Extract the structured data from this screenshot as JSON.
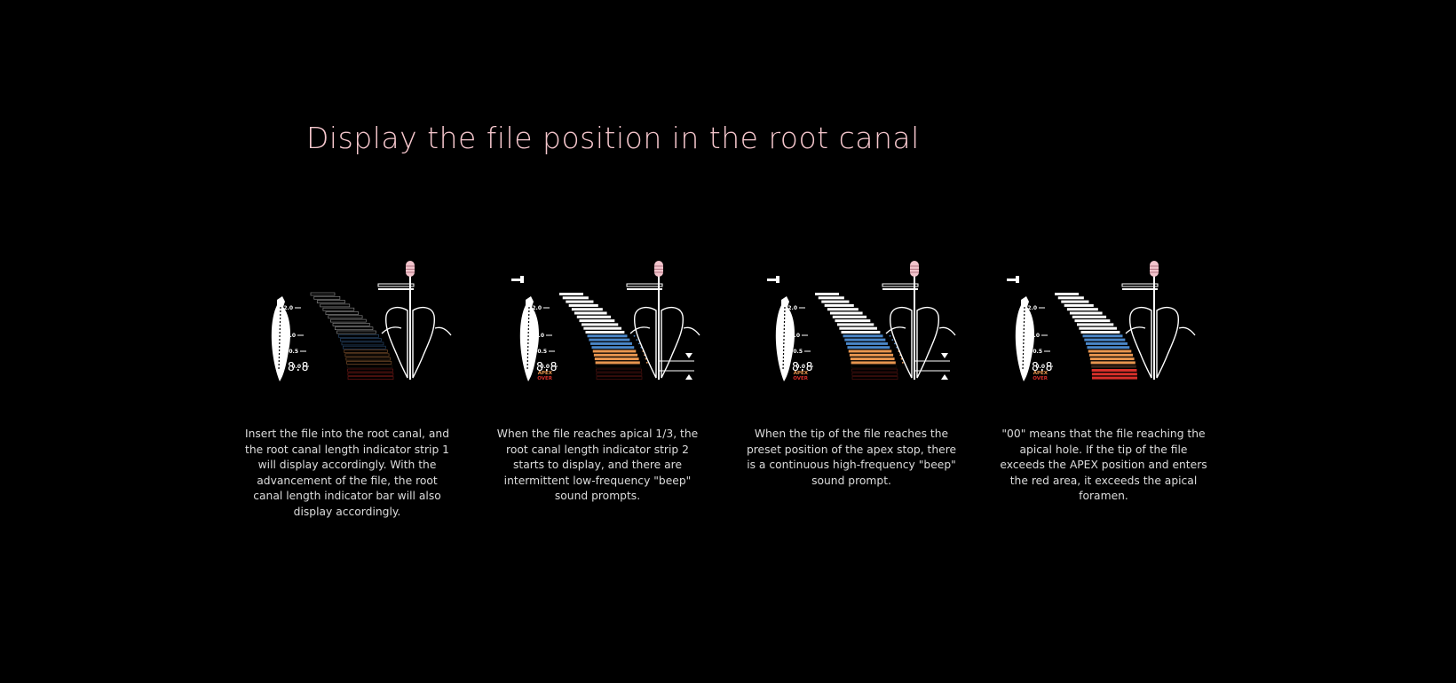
{
  "title": "Display the file position in the root canal",
  "colors": {
    "title": "#f6c7cd",
    "white": "#ffffff",
    "blue": "#4a86c8",
    "orange": "#e8954f",
    "apex": "#3a2418",
    "red": "#d9302a",
    "handle": "#f2c4cc"
  },
  "scale_labels": {
    "two": "2.0",
    "one": "1.0",
    "half": "0.5",
    "zero": "0.0",
    "apex": "APEX",
    "over": "OVER"
  },
  "panels": [
    {
      "readout": "8.8",
      "lit_segments": 0,
      "show_apex_labels": false,
      "show_stop_arrows": false,
      "show_clamp": false,
      "description": "Insert the file into the root canal, and the root canal length indicator strip 1 will display accordingly. With the advancement of the file, the root canal length indicator bar will also display accordingly."
    },
    {
      "readout": "8.8",
      "lit_segments": 19,
      "show_apex_labels": true,
      "show_stop_arrows": true,
      "show_clamp": true,
      "description": "When the file reaches apical 1/3, the root canal length indicator strip 2 starts to display, and there are intermittent low-frequency \"beep\" sound prompts."
    },
    {
      "readout": "8.8",
      "lit_segments": 19,
      "show_apex_labels": true,
      "show_stop_arrows": true,
      "show_clamp": true,
      "description": "When the tip of the file reaches the preset position of the apex stop, there is a continuous high-frequency \"beep\" sound prompt."
    },
    {
      "readout": "8.8",
      "lit_segments": 23,
      "show_apex_labels": true,
      "show_stop_arrows": false,
      "show_clamp": true,
      "description": "\"00\" means that the file reaching the apical hole. If the tip of the file exceeds the APEX position and enters the red area, it exceeds the apical foramen."
    }
  ]
}
